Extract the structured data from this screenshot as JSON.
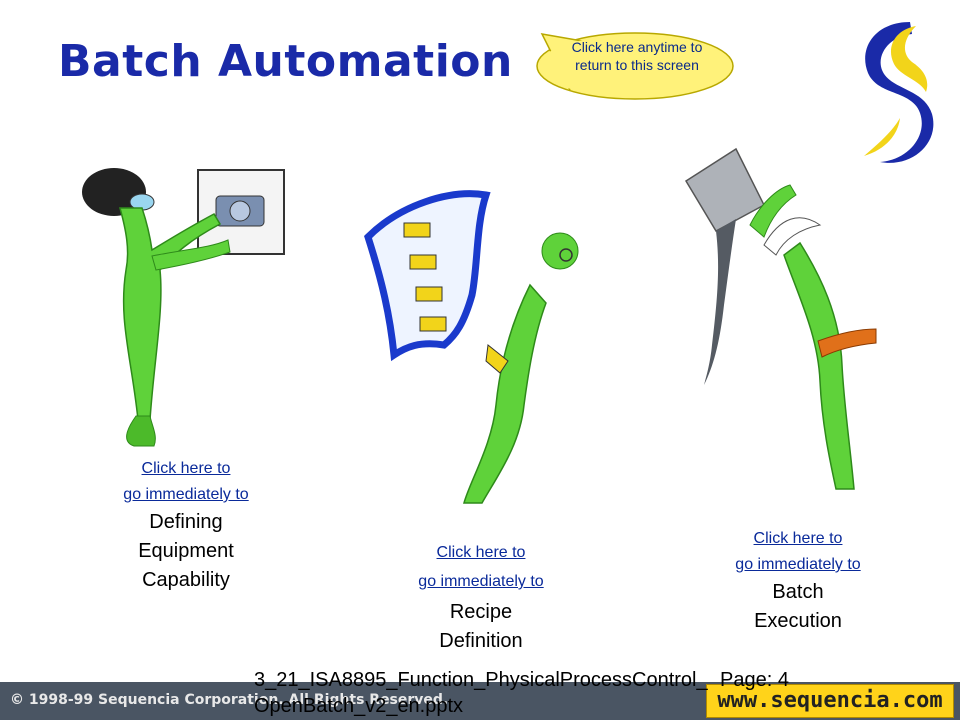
{
  "title": "Batch Automation",
  "callout": {
    "text": "Click here anytime to return to this  screen"
  },
  "sections": [
    {
      "link_line1": "Click here to",
      "link_line2": "go immediately to",
      "label_line1": "Defining",
      "label_line2": "Equipment",
      "label_line3": "Capability"
    },
    {
      "link_line1": "Click here to",
      "link_line2": "go immediately to",
      "label_line1": "Recipe",
      "label_line2": "Definition"
    },
    {
      "link_line1": "Click here to",
      "link_line2": "go immediately to",
      "label_line1": "Batch",
      "label_line2": "Execution"
    }
  ],
  "footer": {
    "copyright": "© 1998-99 Sequencia Corporation.  All Rights Reserved.",
    "url": "www.sequencia.com",
    "file_name": "3_21_ISA8895_Function_PhysicalProcessControl_OpenBatch_v2_en.pptx",
    "page": "Page: 4"
  },
  "colors": {
    "title": "#1a2aa8",
    "link": "#0a2a9a",
    "figure": "#5fd23a",
    "callout": "#fff27a",
    "footer_bar": "#4a5563",
    "url_box": "#ffd31a"
  },
  "icons": [
    "sequencia-logo-icon",
    "speech-bubble-icon",
    "equipment-figure-icon",
    "recipe-figure-icon",
    "execution-figure-icon"
  ]
}
